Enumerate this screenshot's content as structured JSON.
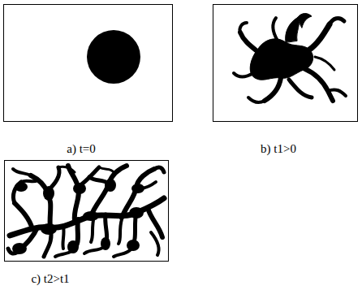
{
  "diagram": {
    "labels": [
      "a) t=0",
      "b) t1>0",
      "c) t2>t1"
    ]
  }
}
